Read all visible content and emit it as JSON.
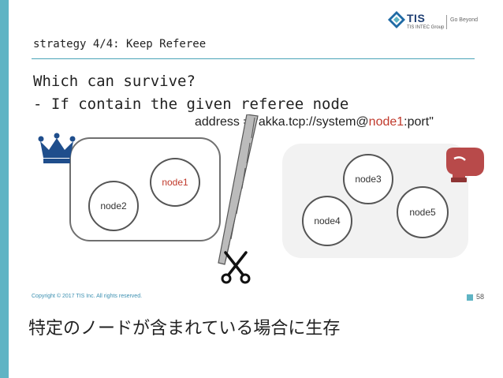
{
  "logo": {
    "name": "TIS",
    "group": "TIS INTEC Group",
    "tagline": "Go Beyond",
    "mark_color": "#1f6aa5"
  },
  "slide": {
    "title": "strategy 4/4: Keep Referee",
    "question": "Which can survive?",
    "bullet": "- If contain the given referee node",
    "address_prefix": "address = \"akka.tcp://system@",
    "address_node": "node1",
    "address_suffix": ":port\""
  },
  "cluster_a": {
    "nodes": [
      {
        "label": "node1",
        "referee": true
      },
      {
        "label": "node2",
        "referee": false
      }
    ],
    "symbol": "crown-icon"
  },
  "cluster_b": {
    "nodes": [
      {
        "label": "node3"
      },
      {
        "label": "node4"
      },
      {
        "label": "node5"
      }
    ],
    "symbol": "boxing-glove-icon"
  },
  "colors": {
    "accent": "#5fb4c4",
    "referee_highlight": "#c0392b",
    "crown": "#1f4e8c",
    "glove": "#b84a4a"
  },
  "footer": {
    "copyright": "Copyright © 2017 TIS Inc. All rights reserved.",
    "page_number": "58"
  },
  "caption": "特定のノードが含まれている場合に生存"
}
